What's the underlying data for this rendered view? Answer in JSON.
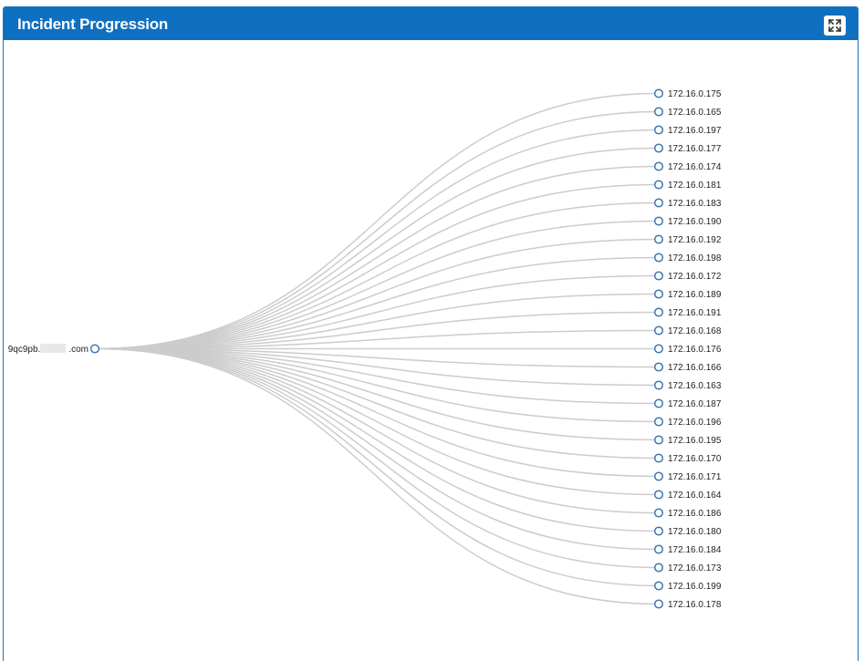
{
  "panel": {
    "title": "Incident Progression"
  },
  "icons": {
    "expand": "expand-icon"
  },
  "graph": {
    "source": {
      "label_prefix": "9qc9pb.",
      "label_suffix": ".com"
    },
    "targets": [
      "172.16.0.175",
      "172.16.0.165",
      "172.16.0.197",
      "172.16.0.177",
      "172.16.0.174",
      "172.16.0.181",
      "172.16.0.183",
      "172.16.0.190",
      "172.16.0.192",
      "172.16.0.198",
      "172.16.0.172",
      "172.16.0.189",
      "172.16.0.191",
      "172.16.0.168",
      "172.16.0.176",
      "172.16.0.166",
      "172.16.0.163",
      "172.16.0.187",
      "172.16.0.196",
      "172.16.0.195",
      "172.16.0.170",
      "172.16.0.171",
      "172.16.0.164",
      "172.16.0.186",
      "172.16.0.180",
      "172.16.0.184",
      "172.16.0.173",
      "172.16.0.199",
      "172.16.0.178"
    ]
  },
  "colors": {
    "header": "#0f6fc0",
    "link": "#cccccc",
    "node_stroke": "#3b78b5"
  }
}
